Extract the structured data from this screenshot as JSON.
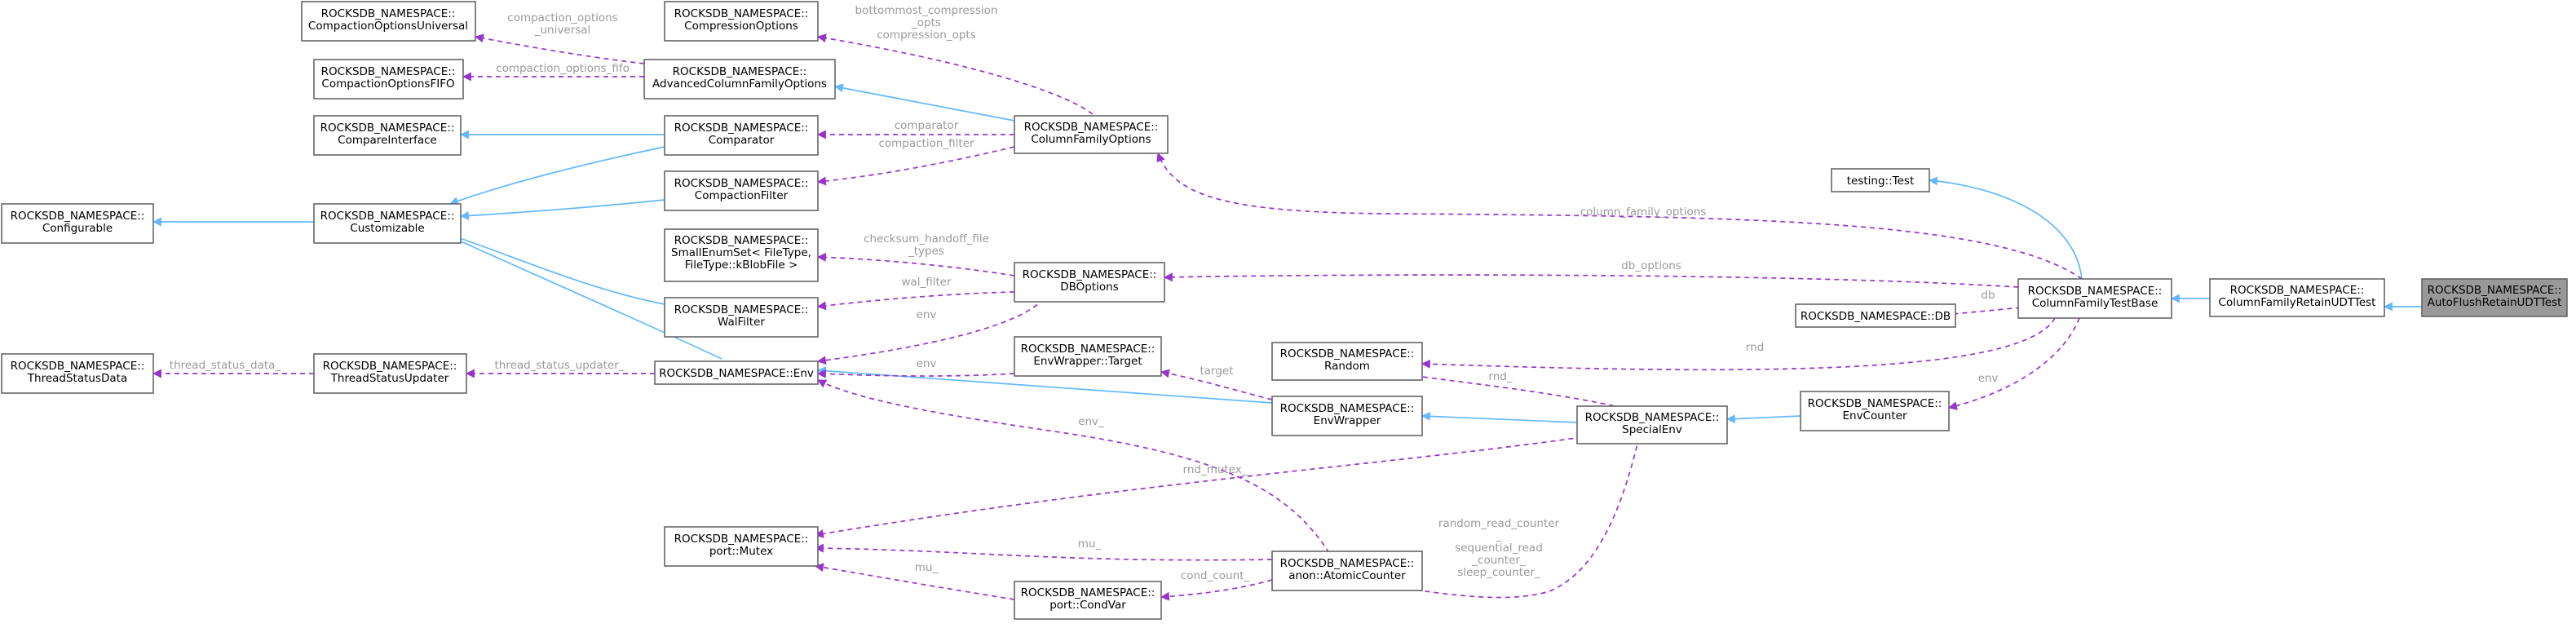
{
  "nodes": {
    "auto_flush": [
      "ROCKSDB_NAMESPACE::",
      "AutoFlushRetainUDTTest"
    ],
    "cf_retain": [
      "ROCKSDB_NAMESPACE::",
      "ColumnFamilyRetainUDTTest"
    ],
    "cf_test_base": [
      "ROCKSDB_NAMESPACE::",
      "ColumnFamilyTestBase"
    ],
    "testing_test": [
      "testing::Test"
    ],
    "db": [
      "ROCKSDB_NAMESPACE::DB"
    ],
    "env_counter": [
      "ROCKSDB_NAMESPACE::",
      "EnvCounter"
    ],
    "special_env": [
      "ROCKSDB_NAMESPACE::",
      "SpecialEnv"
    ],
    "random": [
      "ROCKSDB_NAMESPACE::",
      "Random"
    ],
    "env_wrapper": [
      "ROCKSDB_NAMESPACE::",
      "EnvWrapper"
    ],
    "atomic_counter": [
      "ROCKSDB_NAMESPACE::",
      "anon::AtomicCounter"
    ],
    "condvar": [
      "ROCKSDB_NAMESPACE::",
      "port::CondVar"
    ],
    "mutex": [
      "ROCKSDB_NAMESPACE::",
      "port::Mutex"
    ],
    "env_target": [
      "ROCKSDB_NAMESPACE::",
      "EnvWrapper::Target"
    ],
    "env": [
      "ROCKSDB_NAMESPACE::Env"
    ],
    "db_options": [
      "ROCKSDB_NAMESPACE::",
      "DBOptions"
    ],
    "cf_options": [
      "ROCKSDB_NAMESPACE::",
      "ColumnFamilyOptions"
    ],
    "adv_cf_options": [
      "ROCKSDB_NAMESPACE::",
      "AdvancedColumnFamilyOptions"
    ],
    "compression_options": [
      "ROCKSDB_NAMESPACE::",
      "CompressionOptions"
    ],
    "comparator": [
      "ROCKSDB_NAMESPACE::",
      "Comparator"
    ],
    "compaction_filter": [
      "ROCKSDB_NAMESPACE::",
      "CompactionFilter"
    ],
    "small_enum_set": [
      "ROCKSDB_NAMESPACE::",
      "SmallEnumSet< FileType,",
      "FileType::kBlobFile >"
    ],
    "wal_filter": [
      "ROCKSDB_NAMESPACE::",
      "WalFilter"
    ],
    "thread_status_updater": [
      "ROCKSDB_NAMESPACE::",
      "ThreadStatusUpdater"
    ],
    "thread_status_data": [
      "ROCKSDB_NAMESPACE::",
      "ThreadStatusData"
    ],
    "customizable": [
      "ROCKSDB_NAMESPACE::",
      "Customizable"
    ],
    "configurable": [
      "ROCKSDB_NAMESPACE::",
      "Configurable"
    ],
    "compare_interface": [
      "ROCKSDB_NAMESPACE::",
      "CompareInterface"
    ],
    "compaction_fifo": [
      "ROCKSDB_NAMESPACE::",
      "CompactionOptionsFIFO"
    ],
    "compaction_universal": [
      "ROCKSDB_NAMESPACE::",
      "CompactionOptionsUniversal"
    ]
  },
  "edge_labels": {
    "column_family_options": [
      "column_family_options"
    ],
    "db_options": [
      "db_options"
    ],
    "db": [
      "db"
    ],
    "rnd": [
      "rnd"
    ],
    "env": [
      "env"
    ],
    "rnd_": [
      "rnd_"
    ],
    "target": [
      "target"
    ],
    "env_": [
      "env_"
    ],
    "mutex_env": [
      "rnd_mutex_"
    ],
    "mu_atomic": [
      "mu_"
    ],
    "mu_condvar": [
      "mu_"
    ],
    "cond_count": [
      "cond_count_"
    ],
    "counters": [
      "random_read_counter",
      "_",
      "sequential_read",
      "_counter_",
      "sleep_counter_"
    ],
    "env_target_env": [
      "env"
    ],
    "dbopt_env": [
      "env"
    ],
    "wal_filter": [
      "wal_filter"
    ],
    "checksum": [
      "checksum_handoff_file",
      "_types"
    ],
    "comparator": [
      "comparator"
    ],
    "compaction_filter": [
      "compaction_filter"
    ],
    "compression_opts": [
      "bottommost_compression",
      "_opts",
      "compression_opts"
    ],
    "compaction_fifo": [
      "compaction_options_fifo"
    ],
    "compaction_universal": [
      "compaction_options",
      "_universal"
    ],
    "thread_status_updater": [
      "thread_status_updater_"
    ],
    "thread_status_data": [
      "thread_status_data_"
    ]
  }
}
